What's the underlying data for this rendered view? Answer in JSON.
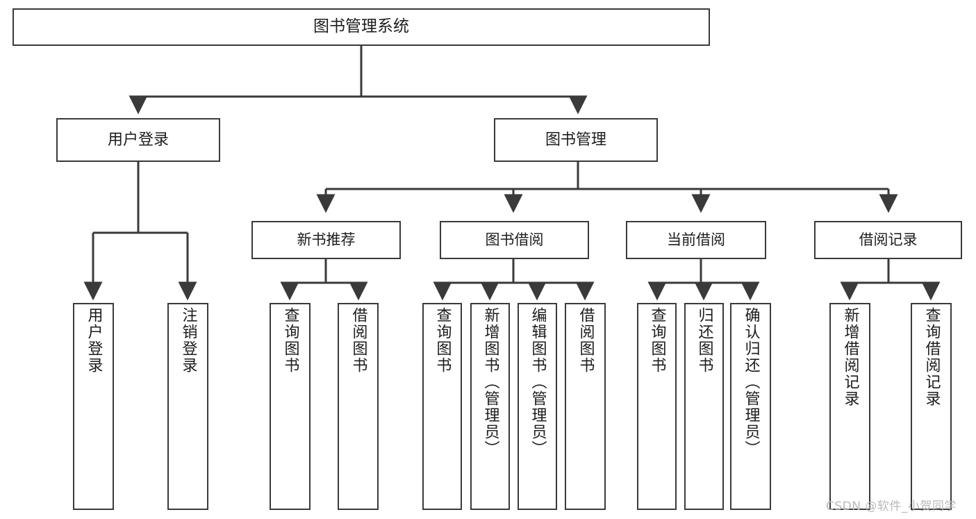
{
  "diagram": {
    "title": "图书管理系统",
    "watermark": "CSDN @软件_小贺同学",
    "line_color": "#3a3a3a",
    "text_color": "#1c1c1c",
    "background": "#ffffff"
  },
  "nodes": {
    "root": {
      "label": "图书管理系统"
    },
    "level2": [
      {
        "label": "用户登录"
      },
      {
        "label": "图书管理"
      }
    ],
    "level3": [
      {
        "label": "新书推荐"
      },
      {
        "label": "图书借阅"
      },
      {
        "label": "当前借阅"
      },
      {
        "label": "借阅记录"
      }
    ],
    "leaves": [
      {
        "label": "用户登录",
        "parent": "用户登录"
      },
      {
        "label": "注销登录",
        "parent": "用户登录"
      },
      {
        "label": "查询图书",
        "parent": "新书推荐"
      },
      {
        "label": "借阅图书",
        "parent": "新书推荐"
      },
      {
        "label": "查询图书",
        "parent": "图书借阅"
      },
      {
        "label": "新增图书（管理员）",
        "parent": "图书借阅"
      },
      {
        "label": "编辑图书（管理员）",
        "parent": "图书借阅"
      },
      {
        "label": "借阅图书",
        "parent": "图书借阅"
      },
      {
        "label": "查询图书",
        "parent": "当前借阅"
      },
      {
        "label": "归还图书",
        "parent": "当前借阅"
      },
      {
        "label": "确认归还（管理员）",
        "parent": "当前借阅"
      },
      {
        "label": "新增借阅记录",
        "parent": "借阅记录"
      },
      {
        "label": "查询借阅记录",
        "parent": "借阅记录"
      }
    ]
  }
}
